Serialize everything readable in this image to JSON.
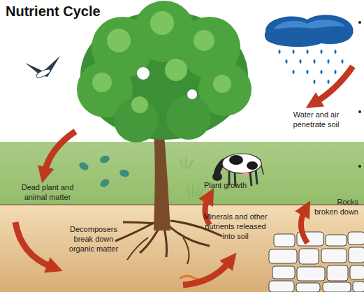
{
  "diagram": {
    "title": "Nutrient Cycle",
    "labels": [
      "Water and air penetrate soil",
      "Dead plant and animal matter",
      "Plant growth",
      "Decomposers break down organic matter",
      "Minerals and other nutrients released into soil",
      "Rocks broken down"
    ]
  }
}
